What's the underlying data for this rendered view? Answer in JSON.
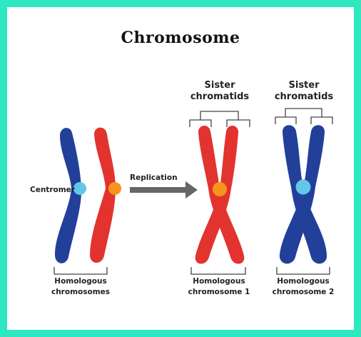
{
  "title": "Chromosome",
  "labels": {
    "centromere": "Centromer",
    "replication": "Replication",
    "sister_left": [
      "Sister",
      "chromatids"
    ],
    "sister_right": [
      "Sister",
      "chromatids"
    ],
    "homologous_pair": [
      "Homologous",
      "chromosomes"
    ],
    "homologous_1": [
      "Homologous",
      "chromosome 1"
    ],
    "homologous_2": [
      "Homologous",
      "chromosome 2"
    ]
  },
  "colors": {
    "border": "#2de8c0",
    "blue_chromosome": "#22409a",
    "red_chromosome": "#e3332f",
    "centromere_blue": "#62c6e8",
    "centromere_orange": "#f7941d",
    "arrow": "#666666"
  }
}
